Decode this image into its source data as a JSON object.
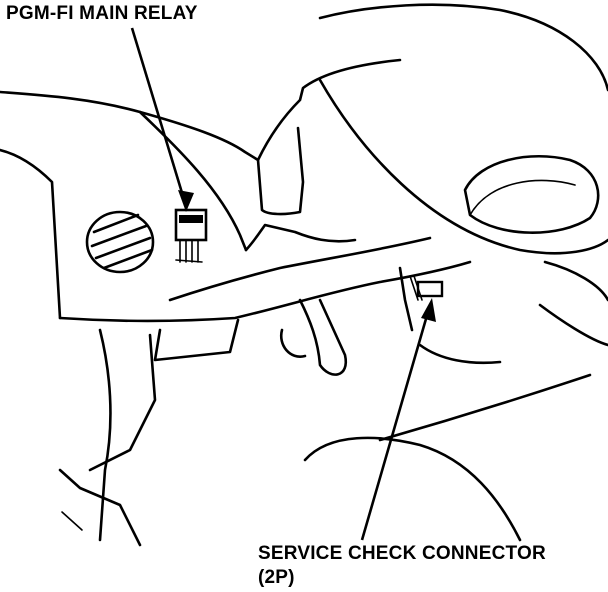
{
  "labels": {
    "main_relay": "PGM-FI MAIN RELAY",
    "service_connector_line1": "SERVICE CHECK CONNECTOR",
    "service_connector_line2": "(2P)"
  },
  "colors": {
    "ink": "#000000",
    "background": "#ffffff"
  }
}
